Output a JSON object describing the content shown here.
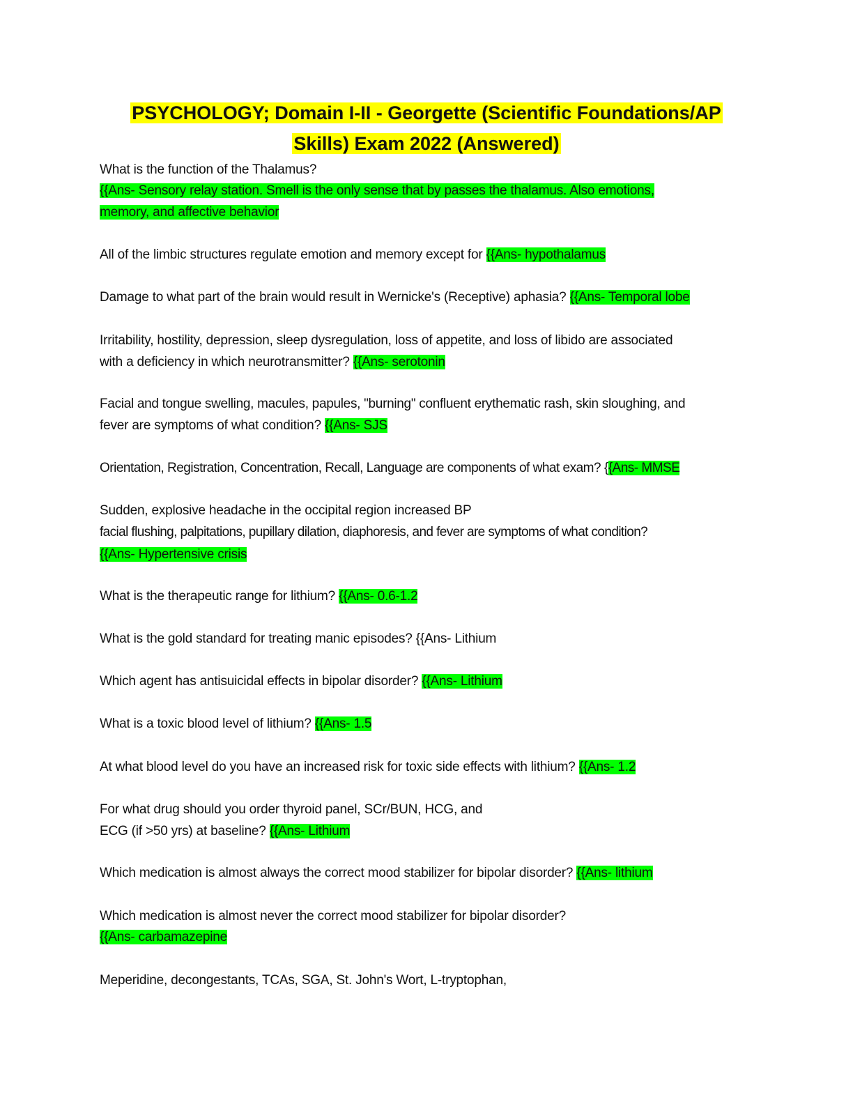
{
  "document": {
    "title_line1": "PSYCHOLOGY; Domain I-II - Georgette (Scientific Foundations/AP",
    "title_line2": "Skills) Exam 2022 (Answered)",
    "lines": [
      {
        "q": "What is the function of the Thalamus?",
        "a": ""
      },
      {
        "q": "",
        "a": "{{Ans- Sensory relay station. Smell is the only sense that by passes the thalamus. Also emotions,"
      },
      {
        "q": "",
        "a": "memory, and affective behavior"
      },
      {
        "q": "All of the limbic structures regulate emotion and memory except for ",
        "a": "{{Ans- hypothalamus"
      },
      {
        "q": "Damage to what part of the brain would result in Wernicke's (Receptive) aphasia? ",
        "a": "{{Ans- Temporal lobe"
      },
      {
        "q": "Irritability, hostility, depression, sleep dysregulation, loss of appetite, and loss of libido are associated",
        "a": ""
      },
      {
        "q": "with a deficiency in which neurotransmitter? ",
        "a": "{{Ans- serotonin"
      },
      {
        "q": "Facial and tongue swelling, macules, papules, \"burning\" confluent erythematic rash, skin sloughing, and",
        "a": ""
      },
      {
        "q": "fever are symptoms of what condition? ",
        "a": "{{Ans- SJS"
      },
      {
        "q": "Orientation, Registration, Concentration, Recall, Language are components of what exam? {",
        "a": "{Ans- MMSE"
      },
      {
        "q": "Sudden, explosive headache in the occipital region increased BP",
        "a": ""
      },
      {
        "q": "facial flushing, palpitations, pupillary dilation, diaphoresis, and fever are symptoms of what condition?",
        "a": ""
      },
      {
        "q": "",
        "a": "{{Ans- Hypertensive crisis"
      },
      {
        "q": "What is the therapeutic range for lithium? ",
        "a": "{{Ans- 0.6-1.2"
      },
      {
        "q": "What is the gold standard for treating manic episodes? {{Ans- Lithium",
        "a": ""
      },
      {
        "q": "Which agent has antisuicidal effects in bipolar disorder? ",
        "a": "{{Ans- Lithium"
      },
      {
        "q": "What is a  toxic blood level of lithium? ",
        "a": "{{Ans- 1.5"
      },
      {
        "q": "At what blood level do you have an increased risk for toxic side effects with lithium? ",
        "a": "{{Ans- 1.2"
      },
      {
        "q": "For what drug should you order thyroid panel, SCr/BUN, HCG, and",
        "a": ""
      },
      {
        "q": "ECG (if >50 yrs) at baseline? ",
        "a": "{{Ans- Lithium"
      },
      {
        "q": "Which medication is almost always the correct mood stabilizer for bipolar disorder? ",
        "a": "{{Ans- lithium"
      },
      {
        "q": "Which medication is almost never the correct mood stabilizer for bipolar disorder?",
        "a": ""
      },
      {
        "q": "",
        "a": "{{Ans- carbamazepine"
      },
      {
        "q": "Meperidine, decongestants, TCAs, SGA, St. John's Wort,  L-tryptophan,",
        "a": ""
      }
    ]
  }
}
